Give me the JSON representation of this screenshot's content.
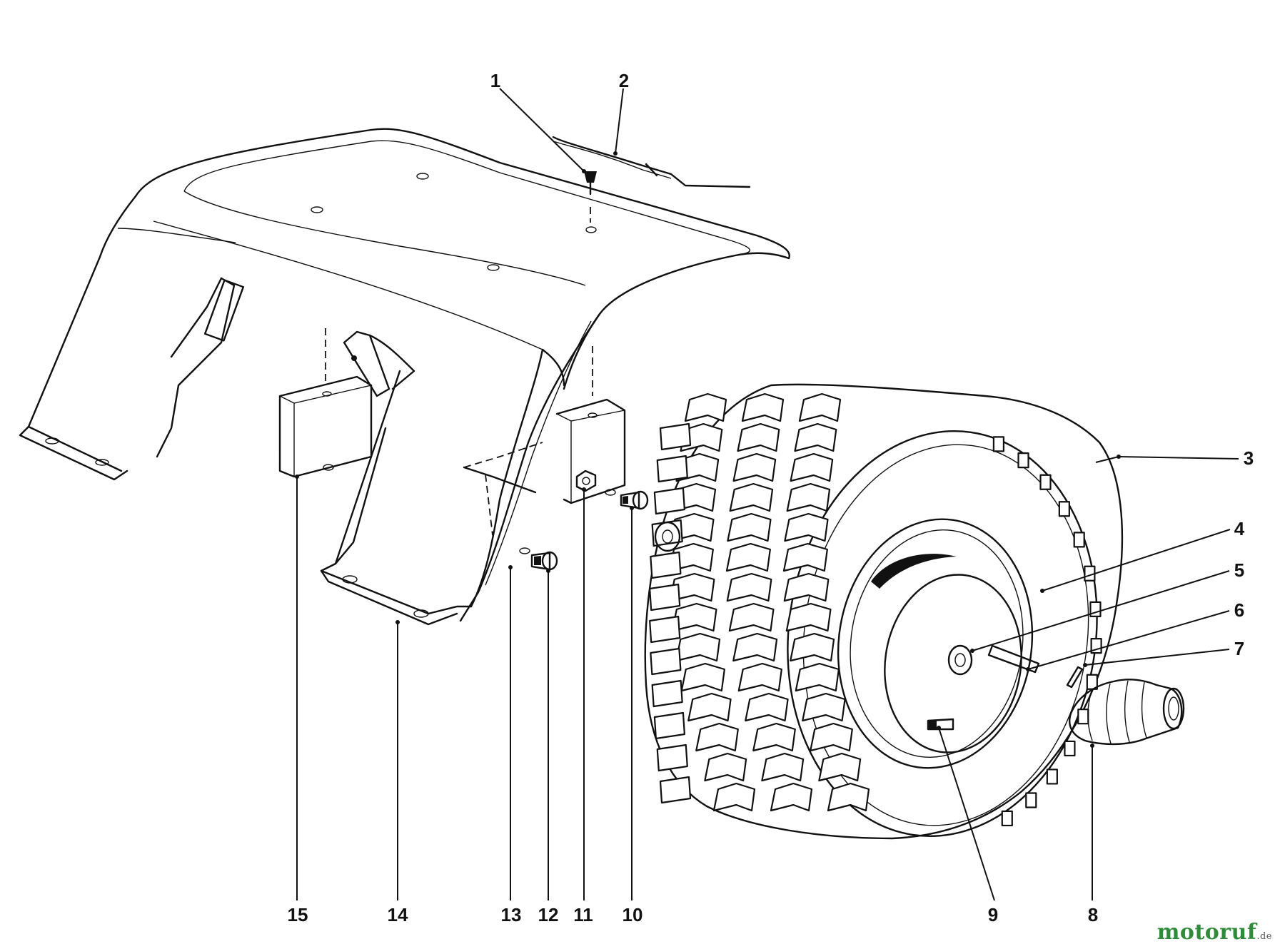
{
  "labels": {
    "p1": "1",
    "p2": "2",
    "p3": "3",
    "p4": "4",
    "p5": "5",
    "p6": "6",
    "p7": "7",
    "p8": "8",
    "p9": "9",
    "p10": "10",
    "p11": "11",
    "p12": "12",
    "p13": "13",
    "p14": "14",
    "p15": "15"
  },
  "watermark": {
    "name": "motoruf",
    "tld": ".de"
  },
  "colors": {
    "ink": "#111111",
    "background": "#ffffff",
    "watermark_green": "#2f8b3a",
    "watermark_orange": "#e07a1a"
  }
}
